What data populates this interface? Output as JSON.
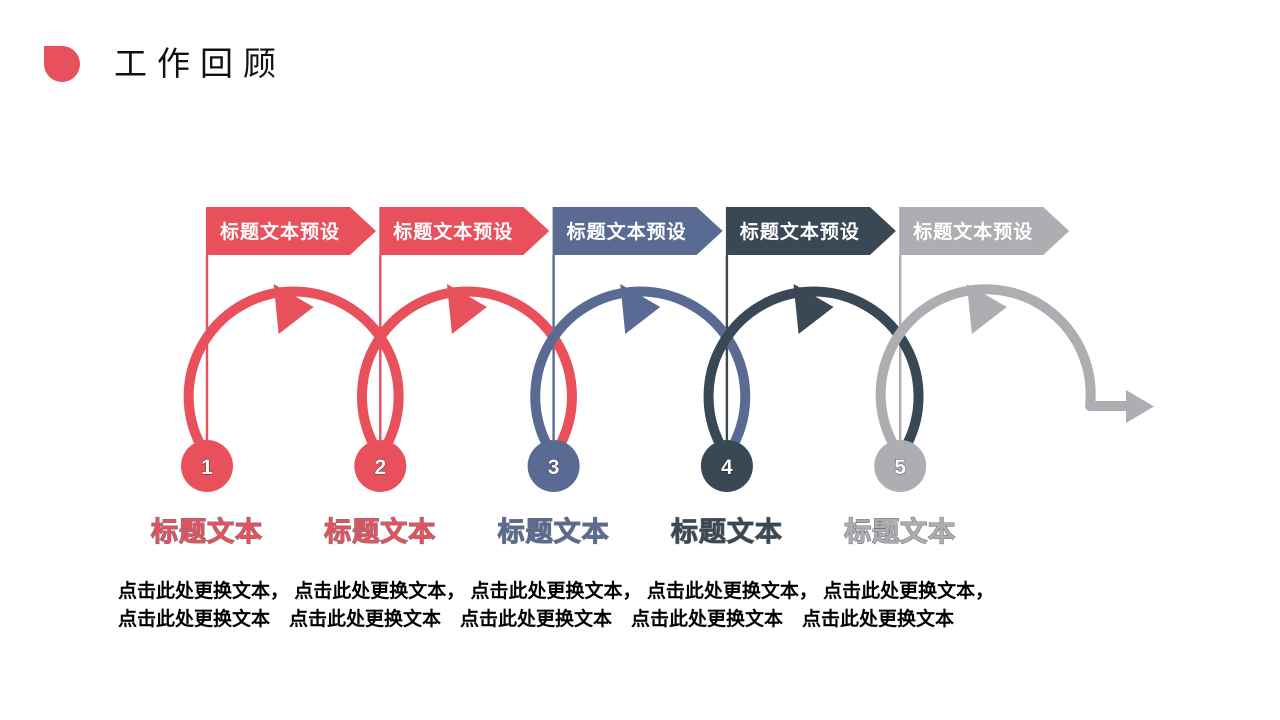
{
  "slide": {
    "title": "工作回顾",
    "accent_color": "#E8505B",
    "background_color": "#FFFFFF"
  },
  "diagram": {
    "steps": [
      {
        "number": "1",
        "banner_label": "标题文本预设",
        "title": "标题文本",
        "color": "#E8505B"
      },
      {
        "number": "2",
        "banner_label": "标题文本预设",
        "title": "标题文本",
        "color": "#E8505B"
      },
      {
        "number": "3",
        "banner_label": "标题文本预设",
        "title": "标题文本",
        "color": "#5A6B93"
      },
      {
        "number": "4",
        "banner_label": "标题文本预设",
        "title": "标题文本",
        "color": "#3A4754"
      },
      {
        "number": "5",
        "banner_label": "标题文本预设",
        "title": "标题文本",
        "color": "#AEADB2"
      }
    ],
    "banner_text_color": "#FFFFFF",
    "number_text_color": "#FFFFFF",
    "final_arrow_color": "#AEADB2"
  },
  "body": {
    "line1": "点击此处更换文本， 点击此处更换文本， 点击此处更换文本， 点击此处更换文本， 点击此处更换文本，",
    "line2": "点击此处更换文本　点击此处更换文本　点击此处更换文本　点击此处更换文本　点击此处更换文本"
  }
}
